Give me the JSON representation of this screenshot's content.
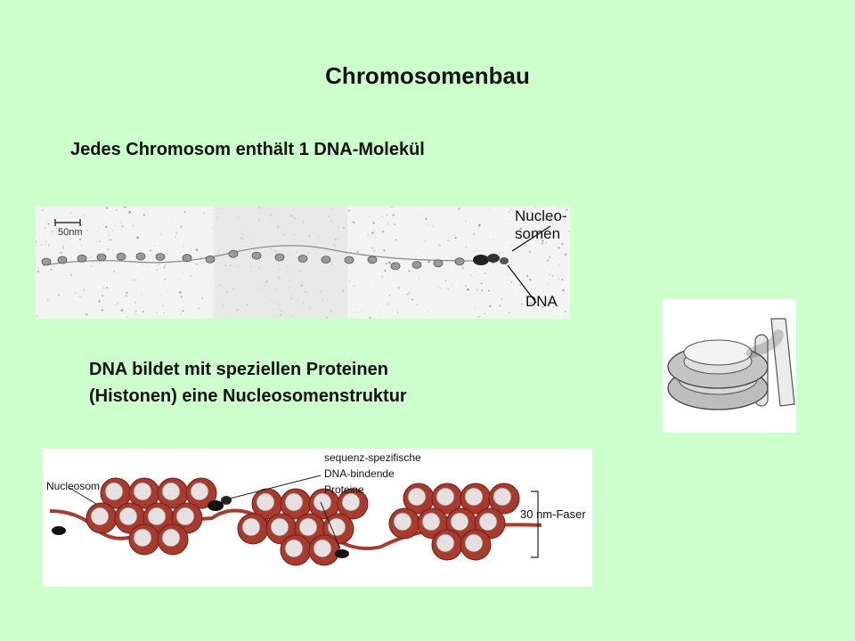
{
  "slide": {
    "title": "Chromosomenbau",
    "subtitle": "Jedes Chromosom enthält 1 DNA-Molekül",
    "description_lines": [
      "DNA bildet mit speziellen Proteinen",
      "(Histonen) eine Nucleosomenstruktur"
    ]
  },
  "micrograph": {
    "scale_label": "50nm",
    "label_nucleosomes_line1": "Nucleo-",
    "label_nucleosomes_line2": "somen",
    "label_dna": "DNA"
  },
  "fiber_diagram": {
    "label_nucleosome": "Nucleosom",
    "label_proteins_line1": "sequenz-spezifische",
    "label_proteins_line2": "DNA-bindende",
    "label_proteins_line3": "Proteine",
    "label_fiber": "30 nm-Faser"
  },
  "colors": {
    "background": "#ccffcc",
    "nucleosome_red": "#a83a2e",
    "nucleosome_core": "#e8e0e0"
  }
}
